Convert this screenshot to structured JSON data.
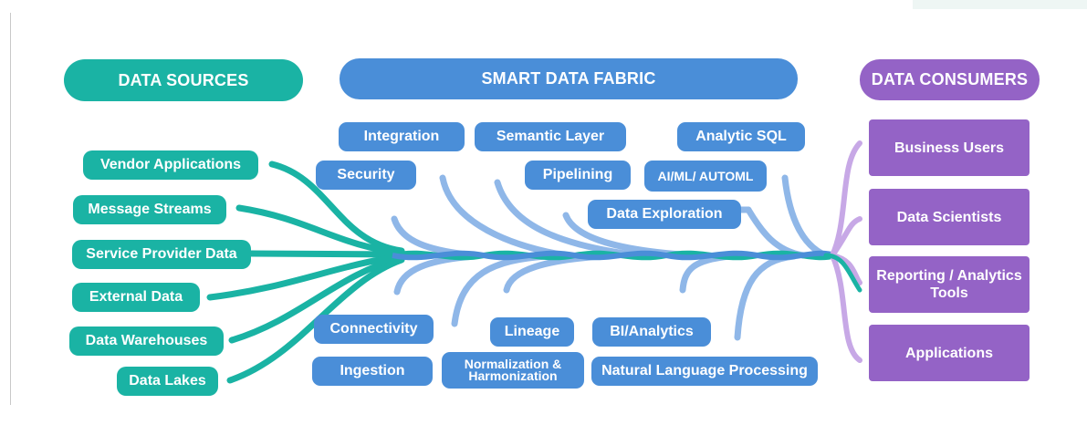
{
  "headers": {
    "sources": "DATA SOURCES",
    "fabric": "SMART DATA FABRIC",
    "consumers": "DATA CONSUMERS"
  },
  "sources": [
    "Vendor Applications",
    "Message Streams",
    "Service Provider Data",
    "External Data",
    "Data Warehouses",
    "Data Lakes"
  ],
  "fabric_top": {
    "integration": "Integration",
    "semantic_layer": "Semantic Layer",
    "analytic_sql": "Analytic SQL",
    "security": "Security",
    "pipelining": "Pipelining",
    "aiml": "AI/ML/ AUTOML",
    "data_exploration": "Data Exploration"
  },
  "fabric_bottom": {
    "connectivity": "Connectivity",
    "lineage": "Lineage",
    "bi_analytics": "BI/Analytics",
    "ingestion": "Ingestion",
    "normalization": "Normalization & Harmonization",
    "nlp": "Natural Language Processing"
  },
  "consumers": [
    "Business Users",
    "Data Scientists",
    "Reporting / Analytics Tools",
    "Applications"
  ],
  "colors": {
    "teal": "#1ab3a4",
    "blue": "#4a8ed8",
    "light_blue": "#8fb7e8",
    "purple": "#9463c6",
    "light_purple": "#c7a8e6"
  }
}
